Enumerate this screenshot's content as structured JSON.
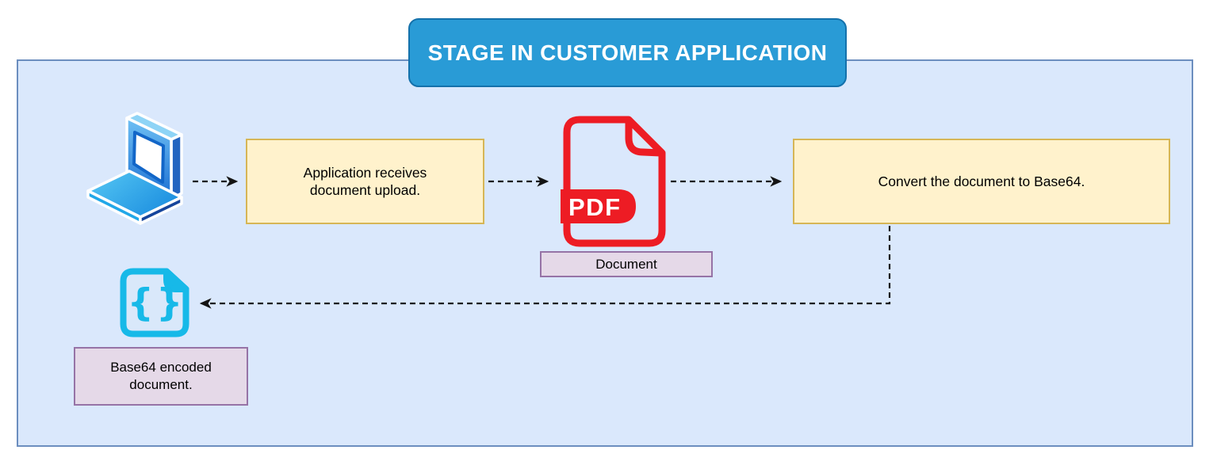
{
  "title": {
    "label": "STAGE IN CUSTOMER APPLICATION"
  },
  "nodes": {
    "receive_box": {
      "label": "Application receives document upload."
    },
    "convert_box": {
      "label": "Convert the document to Base64."
    },
    "document_label": {
      "label": "Document"
    },
    "base64_label": {
      "label": "Base64 encoded document."
    }
  },
  "icons": {
    "laptop": "laptop-computer",
    "pdf_document": "pdf-file",
    "pdf_badge_text": "PDF",
    "json_document": "json-file",
    "json_braces": "{}"
  },
  "edges": [
    {
      "from": "laptop",
      "to": "receive_box",
      "style": "dashed-arrow"
    },
    {
      "from": "receive_box",
      "to": "pdf_document",
      "style": "dashed-arrow"
    },
    {
      "from": "pdf_document",
      "to": "convert_box",
      "style": "dashed-arrow"
    },
    {
      "from": "convert_box",
      "to": "json_document",
      "style": "dashed-arrow"
    }
  ],
  "colors": {
    "container_bg": "#dae8fc",
    "container_border": "#6c8ebf",
    "banner_bg": "#299bd6",
    "banner_border": "#1471ab",
    "process_bg": "#fff2cc",
    "process_border": "#d6b656",
    "label_bg": "#e5d9e8",
    "label_border": "#9673a6",
    "pdf_red": "#ed1c24",
    "json_cyan": "#17b9e8",
    "arrow": "#141414",
    "text": "#000000"
  }
}
